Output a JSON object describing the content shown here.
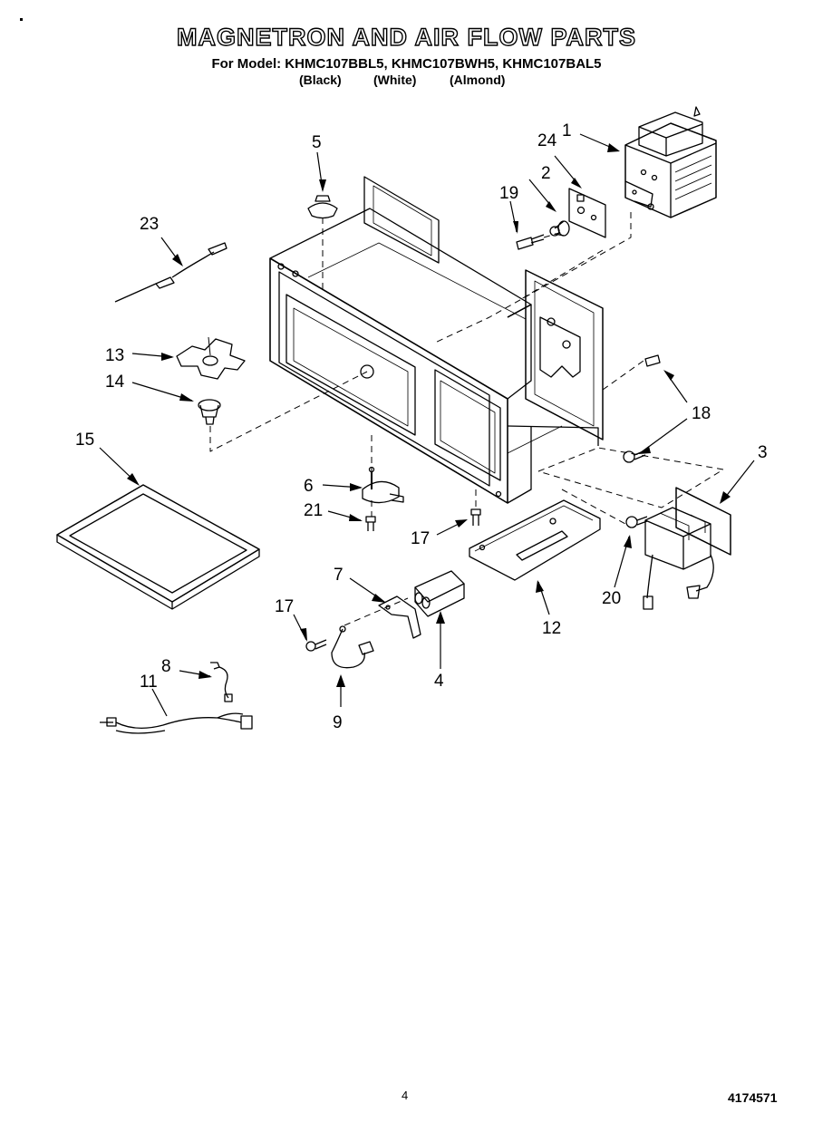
{
  "header": {
    "title": "MAGNETRON AND AIR FLOW PARTS",
    "model_line": "For Model: KHMC107BBL5, KHMC107BWH5, KHMC107BAL5",
    "colors": [
      "(Black)",
      "(White)",
      "(Almond)"
    ]
  },
  "callouts": {
    "c1": "1",
    "c2": "2",
    "c3": "3",
    "c4": "4",
    "c5": "5",
    "c6": "6",
    "c7": "7",
    "c8": "8",
    "c9": "9",
    "c11": "11",
    "c12": "12",
    "c13": "13",
    "c14": "14",
    "c15": "15",
    "c17a": "17",
    "c17b": "17",
    "c18": "18",
    "c19": "19",
    "c20": "20",
    "c21": "21",
    "c23": "23",
    "c24": "24"
  },
  "footer": {
    "page_number": "4",
    "document_number": "4174571"
  }
}
